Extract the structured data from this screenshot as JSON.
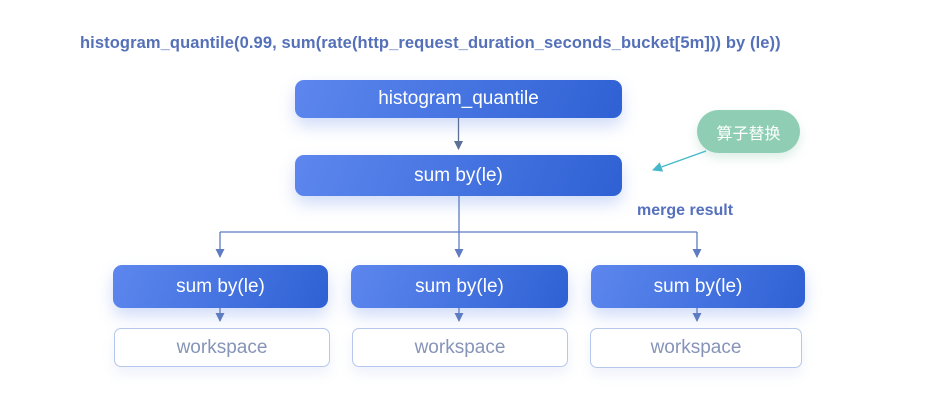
{
  "title": "histogram_quantile(0.99, sum(rate(http_request_duration_seconds_bucket[5m])) by (le))",
  "nodes": {
    "root": "histogram_quantile",
    "sum_root": "sum by(le)",
    "sum_children": [
      "sum by(le)",
      "sum by(le)",
      "sum by(le)"
    ],
    "workspaces": [
      "workspace",
      "workspace",
      "workspace"
    ]
  },
  "annotations": {
    "badge": "算子替换",
    "merge_result": "merge result"
  },
  "colors": {
    "node_gradient_start": "#5d87ee",
    "node_gradient_end": "#2f61d4",
    "connector": "#5c7095",
    "tree_connector": "#5e7cc2",
    "badge_bg": "#8fceb4",
    "badge_text": "#ffffff",
    "teal_arrow": "#46b8c9",
    "title_text": "#5470b8",
    "merge_text": "#5570bd",
    "workspace_border": "#b5c7ec",
    "workspace_text": "#8694b8"
  }
}
